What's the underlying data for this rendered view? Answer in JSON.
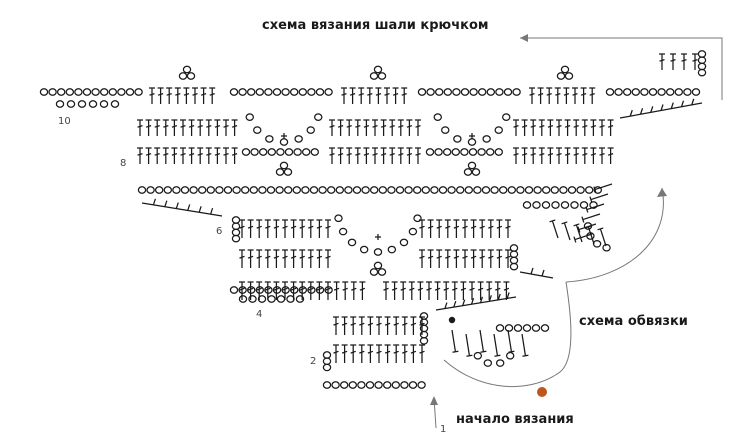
{
  "title": "схема вязания шали крючком",
  "border_label": "схема обвязки",
  "start_label": "начало вязания",
  "row_numbers": [
    "1",
    "2",
    "4",
    "6",
    "8",
    "10"
  ],
  "legend": {
    "chain_stitch": "chain-icon",
    "double_crochet": "double-crochet-icon",
    "picot": "picot-icon",
    "single_crochet": "single-crochet-icon"
  },
  "colors": {
    "ink": "#1a1a1a",
    "arrow": "#777777",
    "marker": "#c0561e"
  }
}
